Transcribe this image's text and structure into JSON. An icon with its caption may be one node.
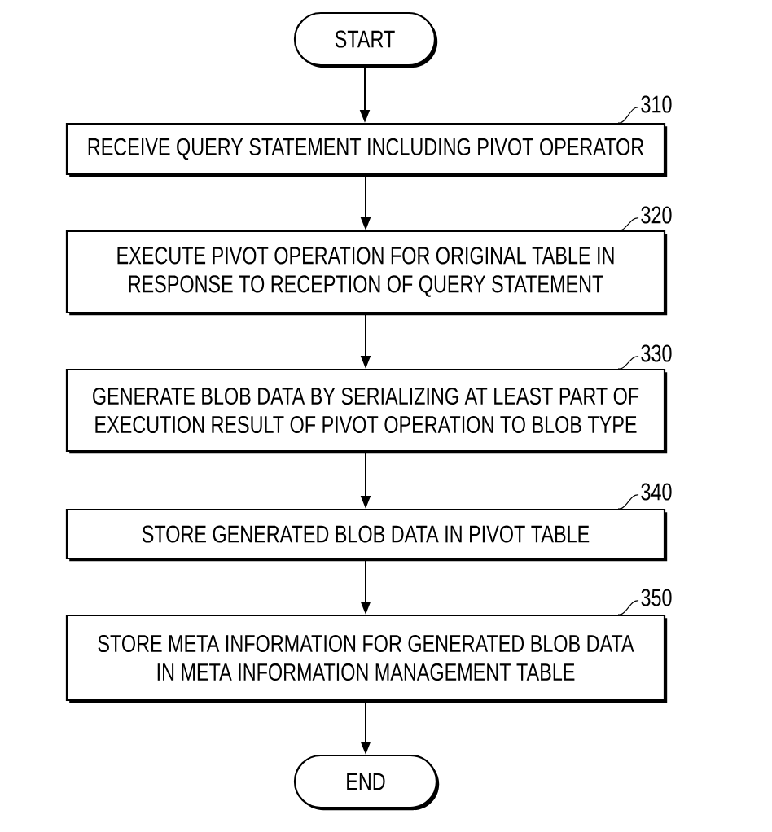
{
  "diagram": {
    "nodes": [
      {
        "text": [
          "START"
        ]
      },
      {
        "text": [
          "310"
        ]
      },
      {
        "text": [
          "RECEIVE QUERY STATEMENT INCLUDING PIVOT OPERATOR"
        ]
      },
      {
        "text": [
          "320"
        ]
      },
      {
        "text": [
          "EXECUTE PIVOT OPERATION FOR ORIGINAL TABLE IN RESPONSE TO RECEPTION OF QUERY STATEMENT"
        ]
      },
      {
        "text": [
          "330"
        ]
      },
      {
        "text": [
          "GENERATE BLOB DATA BY SERIALIZING AT LEAST PART OF EXECUTION RESULT OF PIVOT OPERATION TO BLOB TYPE"
        ]
      },
      {
        "text": [
          "340"
        ]
      },
      {
        "text": [
          "STORE GENERATED BLOB DATA IN PIVOT TABLE"
        ]
      },
      {
        "text": [
          "350"
        ]
      },
      {
        "text": [
          "STORE META INFORMATION FOR GENERATED BLOB DATA IN META INFORMATION MANAGEMENT TABLE"
        ]
      },
      {
        "text": [
          "END"
        ]
      }
    ],
    "edges": [
      {
        "from": 0,
        "to": 2,
        "arrow": "to"
      },
      {
        "from": 1,
        "to": 2,
        "arrow": "none"
      },
      {
        "from": 2,
        "to": 4,
        "arrow": "to"
      },
      {
        "from": 3,
        "to": 4,
        "arrow": "none"
      },
      {
        "from": 4,
        "to": 6,
        "arrow": "to"
      },
      {
        "from": 5,
        "to": 6,
        "arrow": "none"
      },
      {
        "from": 6,
        "to": 8,
        "arrow": "to"
      },
      {
        "from": 7,
        "to": 8,
        "arrow": "none"
      },
      {
        "from": 8,
        "to": 10,
        "arrow": "to"
      },
      {
        "from": 9,
        "to": 10,
        "arrow": "none"
      },
      {
        "from": 10,
        "to": 11,
        "arrow": "to"
      }
    ]
  }
}
